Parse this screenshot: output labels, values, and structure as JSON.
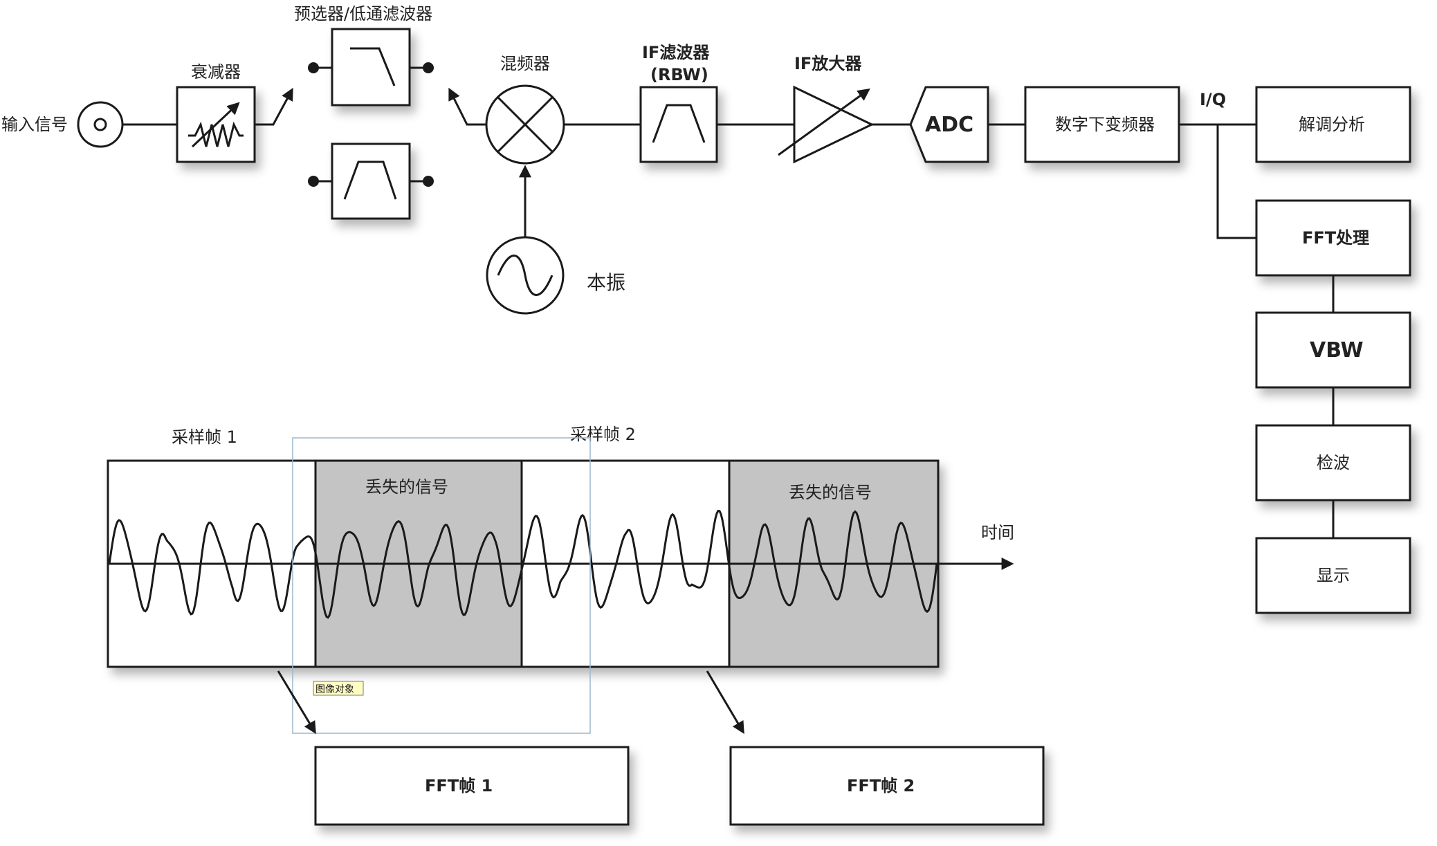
{
  "labels": {
    "input_signal": "输入信号",
    "attenuator": "衰减器",
    "preselector": "预选器/低通滤波器",
    "mixer": "混频器",
    "if_filter": "IF滤波器",
    "if_filter_rbw": "(RBW)",
    "if_amplifier": "IF放大器",
    "adc": "ADC",
    "local_oscillator": "本振",
    "ddc": "数字下变频器",
    "iq": "I/Q",
    "demod": "解调分析",
    "fft_processing": "FFT处理",
    "vbw": "VBW",
    "detector": "检波",
    "display": "显示",
    "sample_frame_1": "采样帧 1",
    "sample_frame_2": "采样帧 2",
    "lost_signal_1": "丢失的信号",
    "lost_signal_2": "丢失的信号",
    "time_axis": "时间",
    "image_object_tag": "图像对象",
    "fft_frame_1": "FFT帧 1",
    "fft_frame_2": "FFT帧 2"
  },
  "colors": {
    "line": "#1a1a1a",
    "lost_region_fill": "#c4c4c4",
    "selection_outline": "#9bb7cc",
    "tag_fill": "#ffffc4"
  }
}
